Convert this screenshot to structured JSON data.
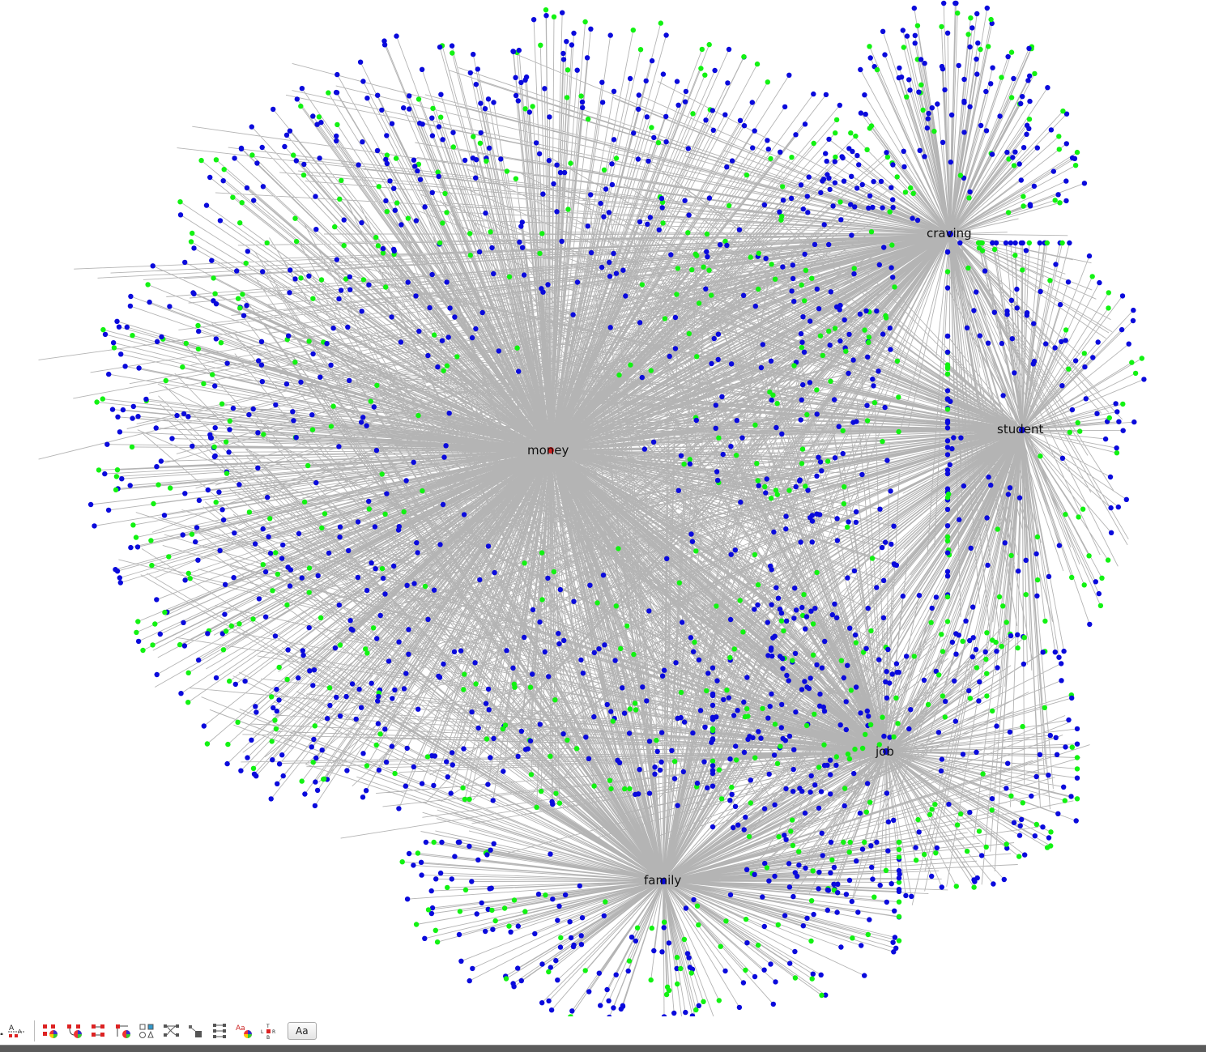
{
  "graph": {
    "hubs": [
      {
        "id": "money",
        "label": "money"
      },
      {
        "id": "craving",
        "label": "craving"
      },
      {
        "id": "student",
        "label": "student"
      },
      {
        "id": "job",
        "label": "job"
      },
      {
        "id": "family",
        "label": "family"
      }
    ],
    "colors": {
      "edge": "#b4b4b4",
      "node_primary": "#0a0adc",
      "node_secondary": "#12f212",
      "hub_node": "#d22020",
      "label": "#111111"
    }
  },
  "toolbar": {
    "aa_label": "Aa",
    "icons": [
      "label-size-icon",
      "node-color-palette-icon",
      "edge-color-palette-icon",
      "node-edge-color-icon",
      "edge-style-color-icon",
      "node-shapes-icon",
      "edge-curve-icon",
      "node-size-icon",
      "list-layout-icon",
      "label-color-icon",
      "label-position-icon"
    ]
  }
}
